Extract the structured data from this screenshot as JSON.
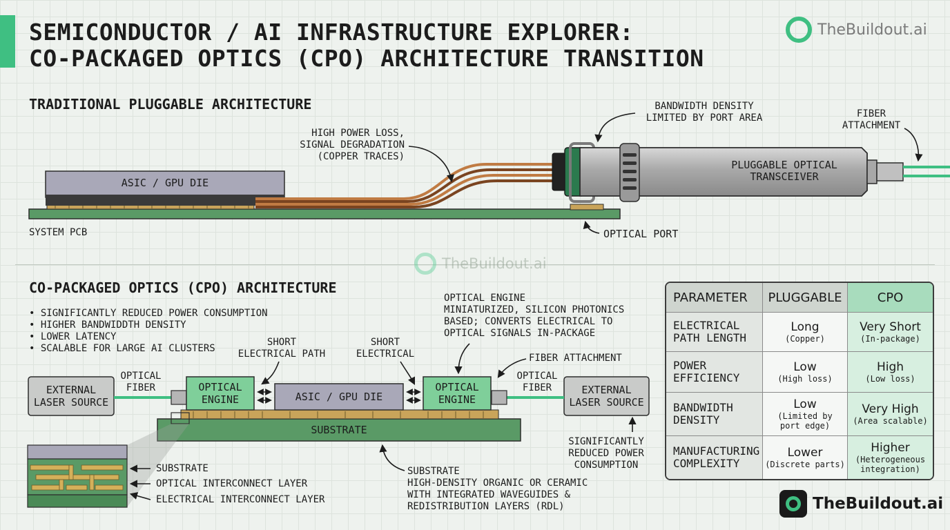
{
  "title": {
    "line1": "SEMICONDUCTOR / AI INFRASTRUCTURE EXPLORER:",
    "line2": "CO-PACKAGED OPTICS (CPO) ARCHITECTURE TRANSITION"
  },
  "brand": {
    "name": "TheBuildout.ai"
  },
  "traditional": {
    "heading": "TRADITIONAL PLUGGABLE ARCHITECTURE",
    "asic_label": "ASIC / GPU DIE",
    "pcb_label": "SYSTEM PCB",
    "power_loss_note": [
      "HIGH POWER LOSS,",
      "SIGNAL DEGRADATION",
      "(COPPER TRACES)"
    ],
    "bandwidth_note": [
      "BANDWIDTH DENSITY",
      "LIMITED BY PORT AREA"
    ],
    "fiber_note": [
      "FIBER",
      "ATTACHMENT"
    ],
    "transceiver_label": [
      "PLUGGABLE OPTICAL",
      "TRANSCEIVER"
    ],
    "optical_port_label": "OPTICAL PORT"
  },
  "cpo": {
    "heading": "CO-PACKAGED OPTICS (CPO) ARCHITECTURE",
    "bullets": [
      "SIGNIFICANTLY REDUCED POWER CONSUMPTION",
      "HIGHER BANDWIDDTH DENSITY",
      "LOWER LATENCY",
      "SCALABLE FOR LARGE AI CLUSTERS"
    ],
    "engine_note": [
      "OPTICAL ENGINE",
      "MINIATURIZED, SILICON PHOTONICS",
      "BASED; CONVERTS ELECTRICAL TO",
      "OPTICAL SIGNALS IN-PACKAGE"
    ],
    "short_path_left": [
      "SHORT",
      "ELECTRICAL PATH"
    ],
    "short_path_right": [
      "SHORT",
      "ELECTRICAL"
    ],
    "fiber_attachment": "FIBER ATTACHMENT",
    "external_laser": [
      "EXTERNAL",
      "LASER SOURCE"
    ],
    "optical_fiber": [
      "OPTICAL",
      "FIBER"
    ],
    "optical_engine": [
      "OPTICAL",
      "ENGINE"
    ],
    "asic_label": "ASIC / GPU DIE",
    "substrate_label": "SUBSTRATE",
    "reduced_power_note": [
      "SIGNIFICANTLY",
      "REDUCED POWER",
      "CONSUMPTION"
    ],
    "layers": [
      "SUBSTRATE",
      "OPTICAL INTERCONNECT LAYER",
      "ELECTRICAL INTERCONNECT LAYER"
    ],
    "substrate_note": [
      "SUBSTRATE",
      "HIGH-DENSITY ORGANIC OR CERAMIC",
      "WITH INTEGRATED WAVEGUIDES &",
      "REDISTRIBUTION LAYERS (RDL)"
    ]
  },
  "table": {
    "headers": [
      "PARAMETER",
      "PLUGGABLE",
      "CPO"
    ],
    "rows": [
      {
        "param": [
          "ELECTRICAL",
          "PATH LENGTH"
        ],
        "pluggable": [
          "Long",
          "(Copper)"
        ],
        "cpo": [
          "Very Short",
          "(In-package)"
        ]
      },
      {
        "param": [
          "POWER",
          "EFFICIENCY"
        ],
        "pluggable": [
          "Low",
          "(High loss)"
        ],
        "cpo": [
          "High",
          "(Low loss)"
        ]
      },
      {
        "param": [
          "BANDWIDTH",
          "DENSITY"
        ],
        "pluggable": [
          "Low",
          "(Limited by",
          "port edge)"
        ],
        "cpo": [
          "Very High",
          "(Area scalable)"
        ]
      },
      {
        "param": [
          "MANUFACTURING",
          "COMPLEXITY"
        ],
        "pluggable": [
          "Lower",
          "(Discrete parts)"
        ],
        "cpo": [
          "Higher",
          "(Heterogeneous",
          "integration)"
        ]
      }
    ]
  },
  "colors": {
    "accent": "#3fbf82",
    "pcb_green": "#5a9a66",
    "engine_green": "#7fcf9a",
    "die_gray": "#a9a8b8",
    "copper": "#b0703c"
  }
}
